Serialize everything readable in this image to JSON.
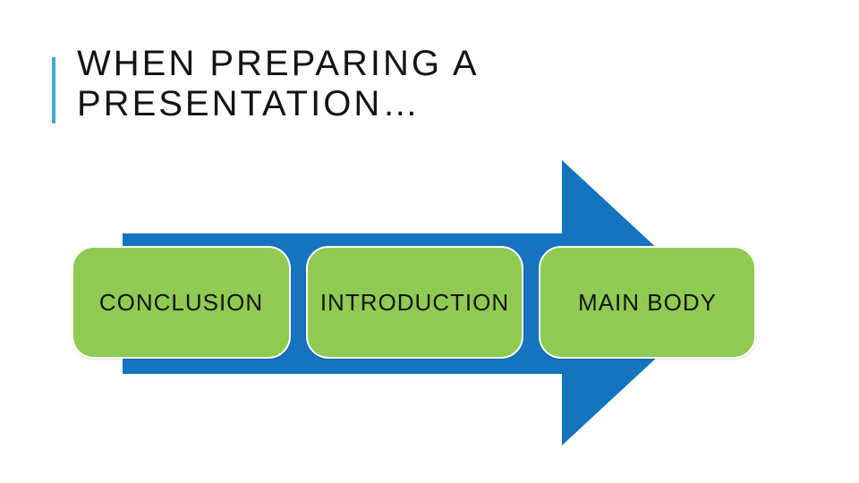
{
  "slide": {
    "title": {
      "line1": "WHEN PREPARING A",
      "line2": "PRESENTATION…"
    },
    "diagram": {
      "type": "process-arrow",
      "direction": "right",
      "steps": [
        {
          "label": "CONCLUSION"
        },
        {
          "label": "INTRODUCTION"
        },
        {
          "label": "MAIN BODY"
        }
      ]
    }
  },
  "colors": {
    "arrow_blue": "#1573BF",
    "box_green": "#8FCB52",
    "accent_cyan": "#41ABD3",
    "text_dark": "#141414",
    "box_border": "#FFFFFF",
    "bg": "#FFFFFF"
  }
}
